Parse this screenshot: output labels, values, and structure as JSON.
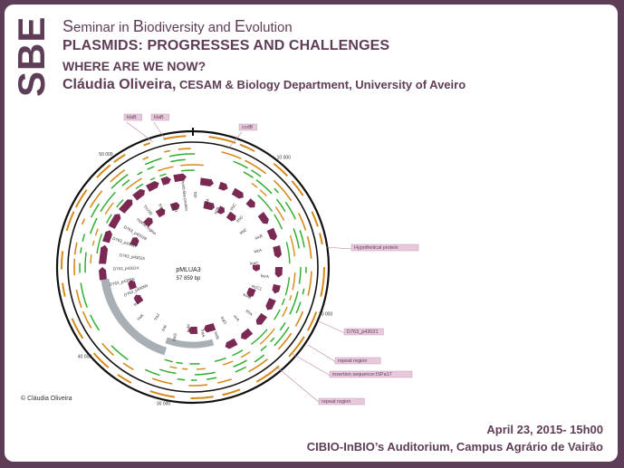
{
  "logo": {
    "text": "SBE"
  },
  "header": {
    "seminar_parts": [
      {
        "cap": "S",
        "rest": "eminar in "
      },
      {
        "cap": "B",
        "rest": "iodiversity and "
      },
      {
        "cap": "E",
        "rest": "volution"
      }
    ],
    "title_line1": "PLASMIDS: PROGRESSES AND CHALLENGES",
    "title_line2": "WHERE ARE WE NOW?",
    "speaker_name": "Cláudia Oliveira,",
    "speaker_affiliation": " CESAM & Biology Department, University of Aveiro"
  },
  "plasmid_map": {
    "name": "pMLUA3",
    "size_label": "57 859 bp",
    "feature_labels": [
      "klaB",
      "klaB",
      "ccdB",
      "Hypothetical protein",
      "D763_p43021",
      "repeat region",
      "insertion sequence:ISPa17",
      "repeat region",
      "30 000",
      "40 000",
      "50 000",
      "10 000",
      "20 000"
    ],
    "inner_labels": [
      "trfA",
      "trfA",
      "trbB",
      "trbC",
      "trbD",
      "trbE",
      "klcB",
      "klcA",
      "korC",
      "korA",
      "incC1",
      "korB",
      "kfrA",
      "virA",
      "traO",
      "traN",
      "traA",
      "traM",
      "traG",
      "traL",
      "traJ",
      "traK",
      "traI",
      "D763_p43055",
      "D763_p43056",
      "D763_p43024",
      "D763_p43025",
      "D763_p43027",
      "D763_p43028",
      "repeat region",
      "Tn795",
      "tnpA",
      "tnpR",
      "Pemb-like protein"
    ]
  },
  "credit": "© Cláudia Oliveira",
  "event": {
    "date": "April 23, 2015- 15h00",
    "venue": "CIBIO-InBIO’s Auditorium, Campus Agrário de Vairão"
  },
  "colors": {
    "frame": "#5e3d57",
    "accent": "#7a2a52",
    "green": "#2fae2f",
    "orange": "#d68a1a"
  }
}
